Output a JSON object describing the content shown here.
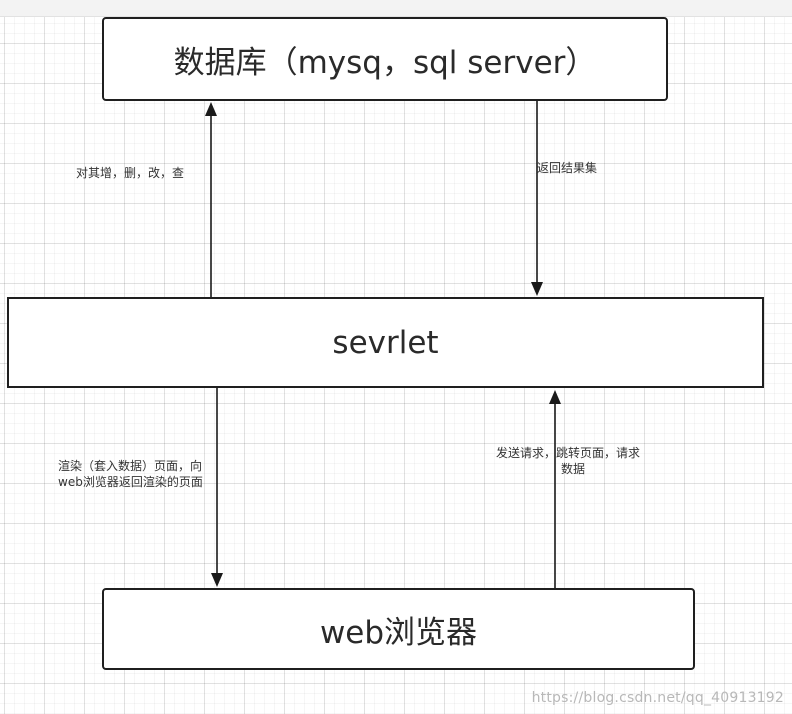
{
  "diagram": {
    "nodes": {
      "database": "数据库（mysq，sql server）",
      "servlet": "sevrlet",
      "browser": "web浏览器"
    },
    "edges": {
      "servlet_to_db": "对其增，删，改，查",
      "db_to_servlet": "返回结果集",
      "servlet_to_browser_line1": "渲染（套入数据）页面，向",
      "servlet_to_browser_line2": "web浏览器返回渲染的页面",
      "browser_to_servlet_line1": "发送请求，跳转页面，请求",
      "browser_to_servlet_line2": "数据"
    }
  },
  "watermark": "https://blog.csdn.net/qq_40913192"
}
